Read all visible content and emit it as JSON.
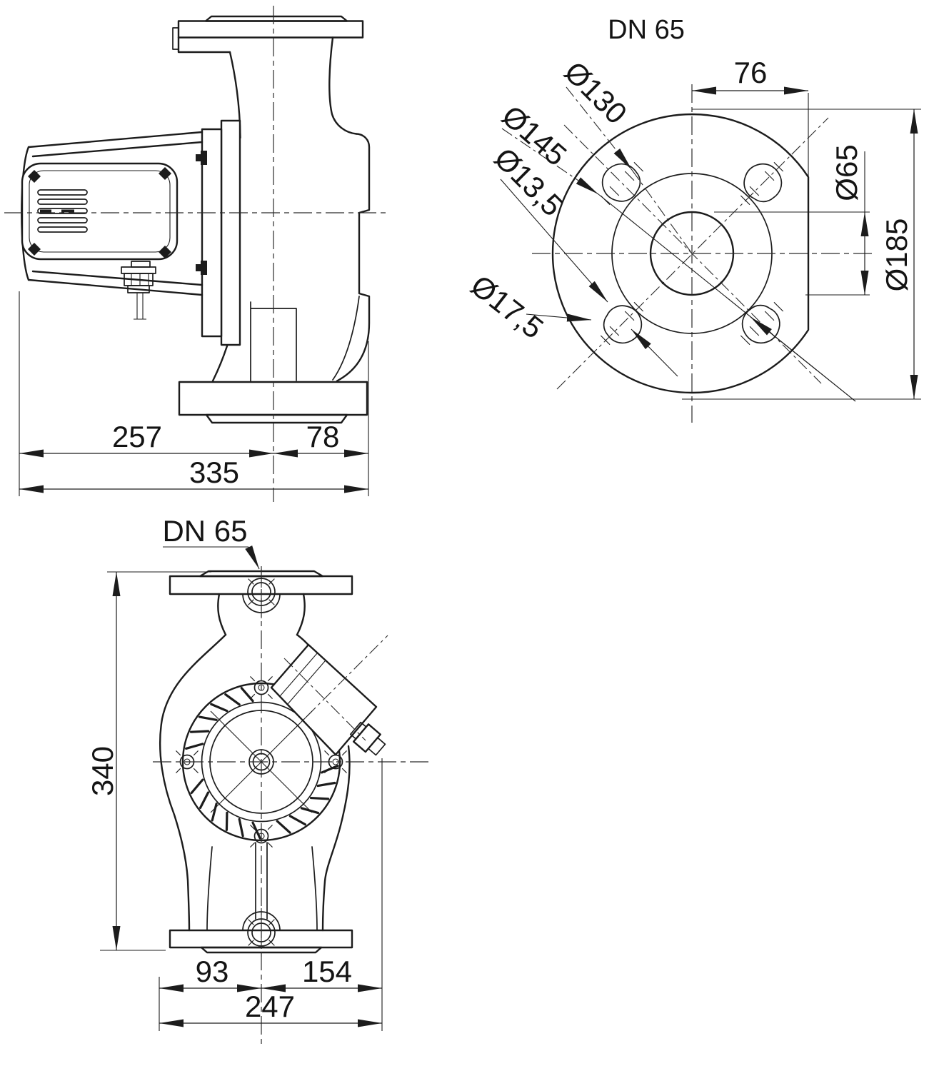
{
  "drawing": {
    "flange": {
      "title": "DN 65",
      "d76": "76",
      "d130": "Ø130",
      "d145": "Ø145",
      "d13_5": "Ø13,5",
      "d17_5": "Ø17,5",
      "d65": "Ø65",
      "d185": "Ø185"
    },
    "side": {
      "d257": "257",
      "d78": "78",
      "d335": "335"
    },
    "front": {
      "port": "DN 65",
      "d340": "340",
      "d93": "93",
      "d154": "154",
      "d247": "247"
    }
  },
  "colors": {
    "line": "#1c1c1c",
    "background": "#ffffff"
  }
}
